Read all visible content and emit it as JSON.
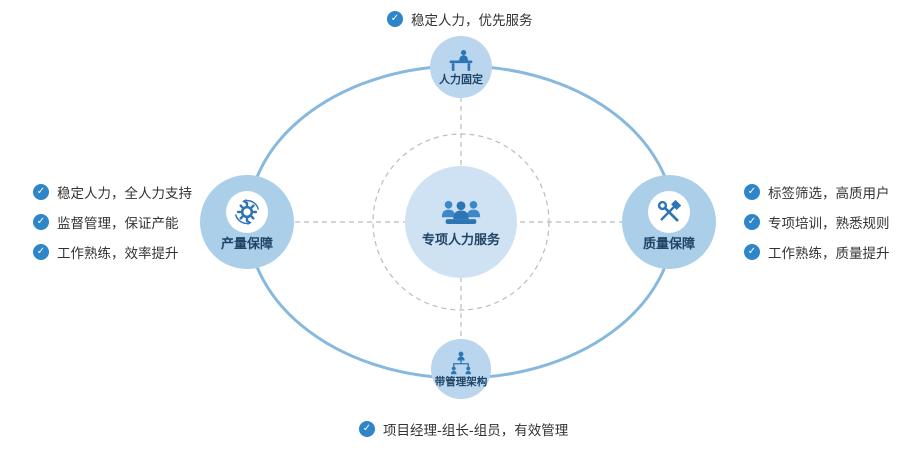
{
  "colors": {
    "node-blue": "#abcfe9",
    "node-light": "#b9d6ee",
    "center-fill": "#cfe2f3",
    "icon-blue": "#2e75b6",
    "icon-blue2": "#3c88c8",
    "accent": "#2e86c9",
    "ellipse": "#87b9de",
    "dash": "#bcbcbc",
    "label": "#1f4466",
    "text": "#333333"
  },
  "icons": {
    "check": "✓"
  },
  "diagram": {
    "center": {
      "label": "专项人力服务"
    },
    "top": {
      "label": "人力固定",
      "bullet": "稳定人力，优先服务"
    },
    "bottom": {
      "label": "带管理架构",
      "bullet": "项目经理-组长-组员，有效管理"
    },
    "left": {
      "label": "产量保障",
      "bullets": [
        "稳定人力，全人力支持",
        "监督管理，保证产能",
        "工作熟练，效率提升"
      ]
    },
    "right": {
      "label": "质量保障",
      "bullets": [
        "标签筛选，高质用户",
        "专项培训，熟悉规则",
        "工作熟练，质量提升"
      ]
    }
  }
}
